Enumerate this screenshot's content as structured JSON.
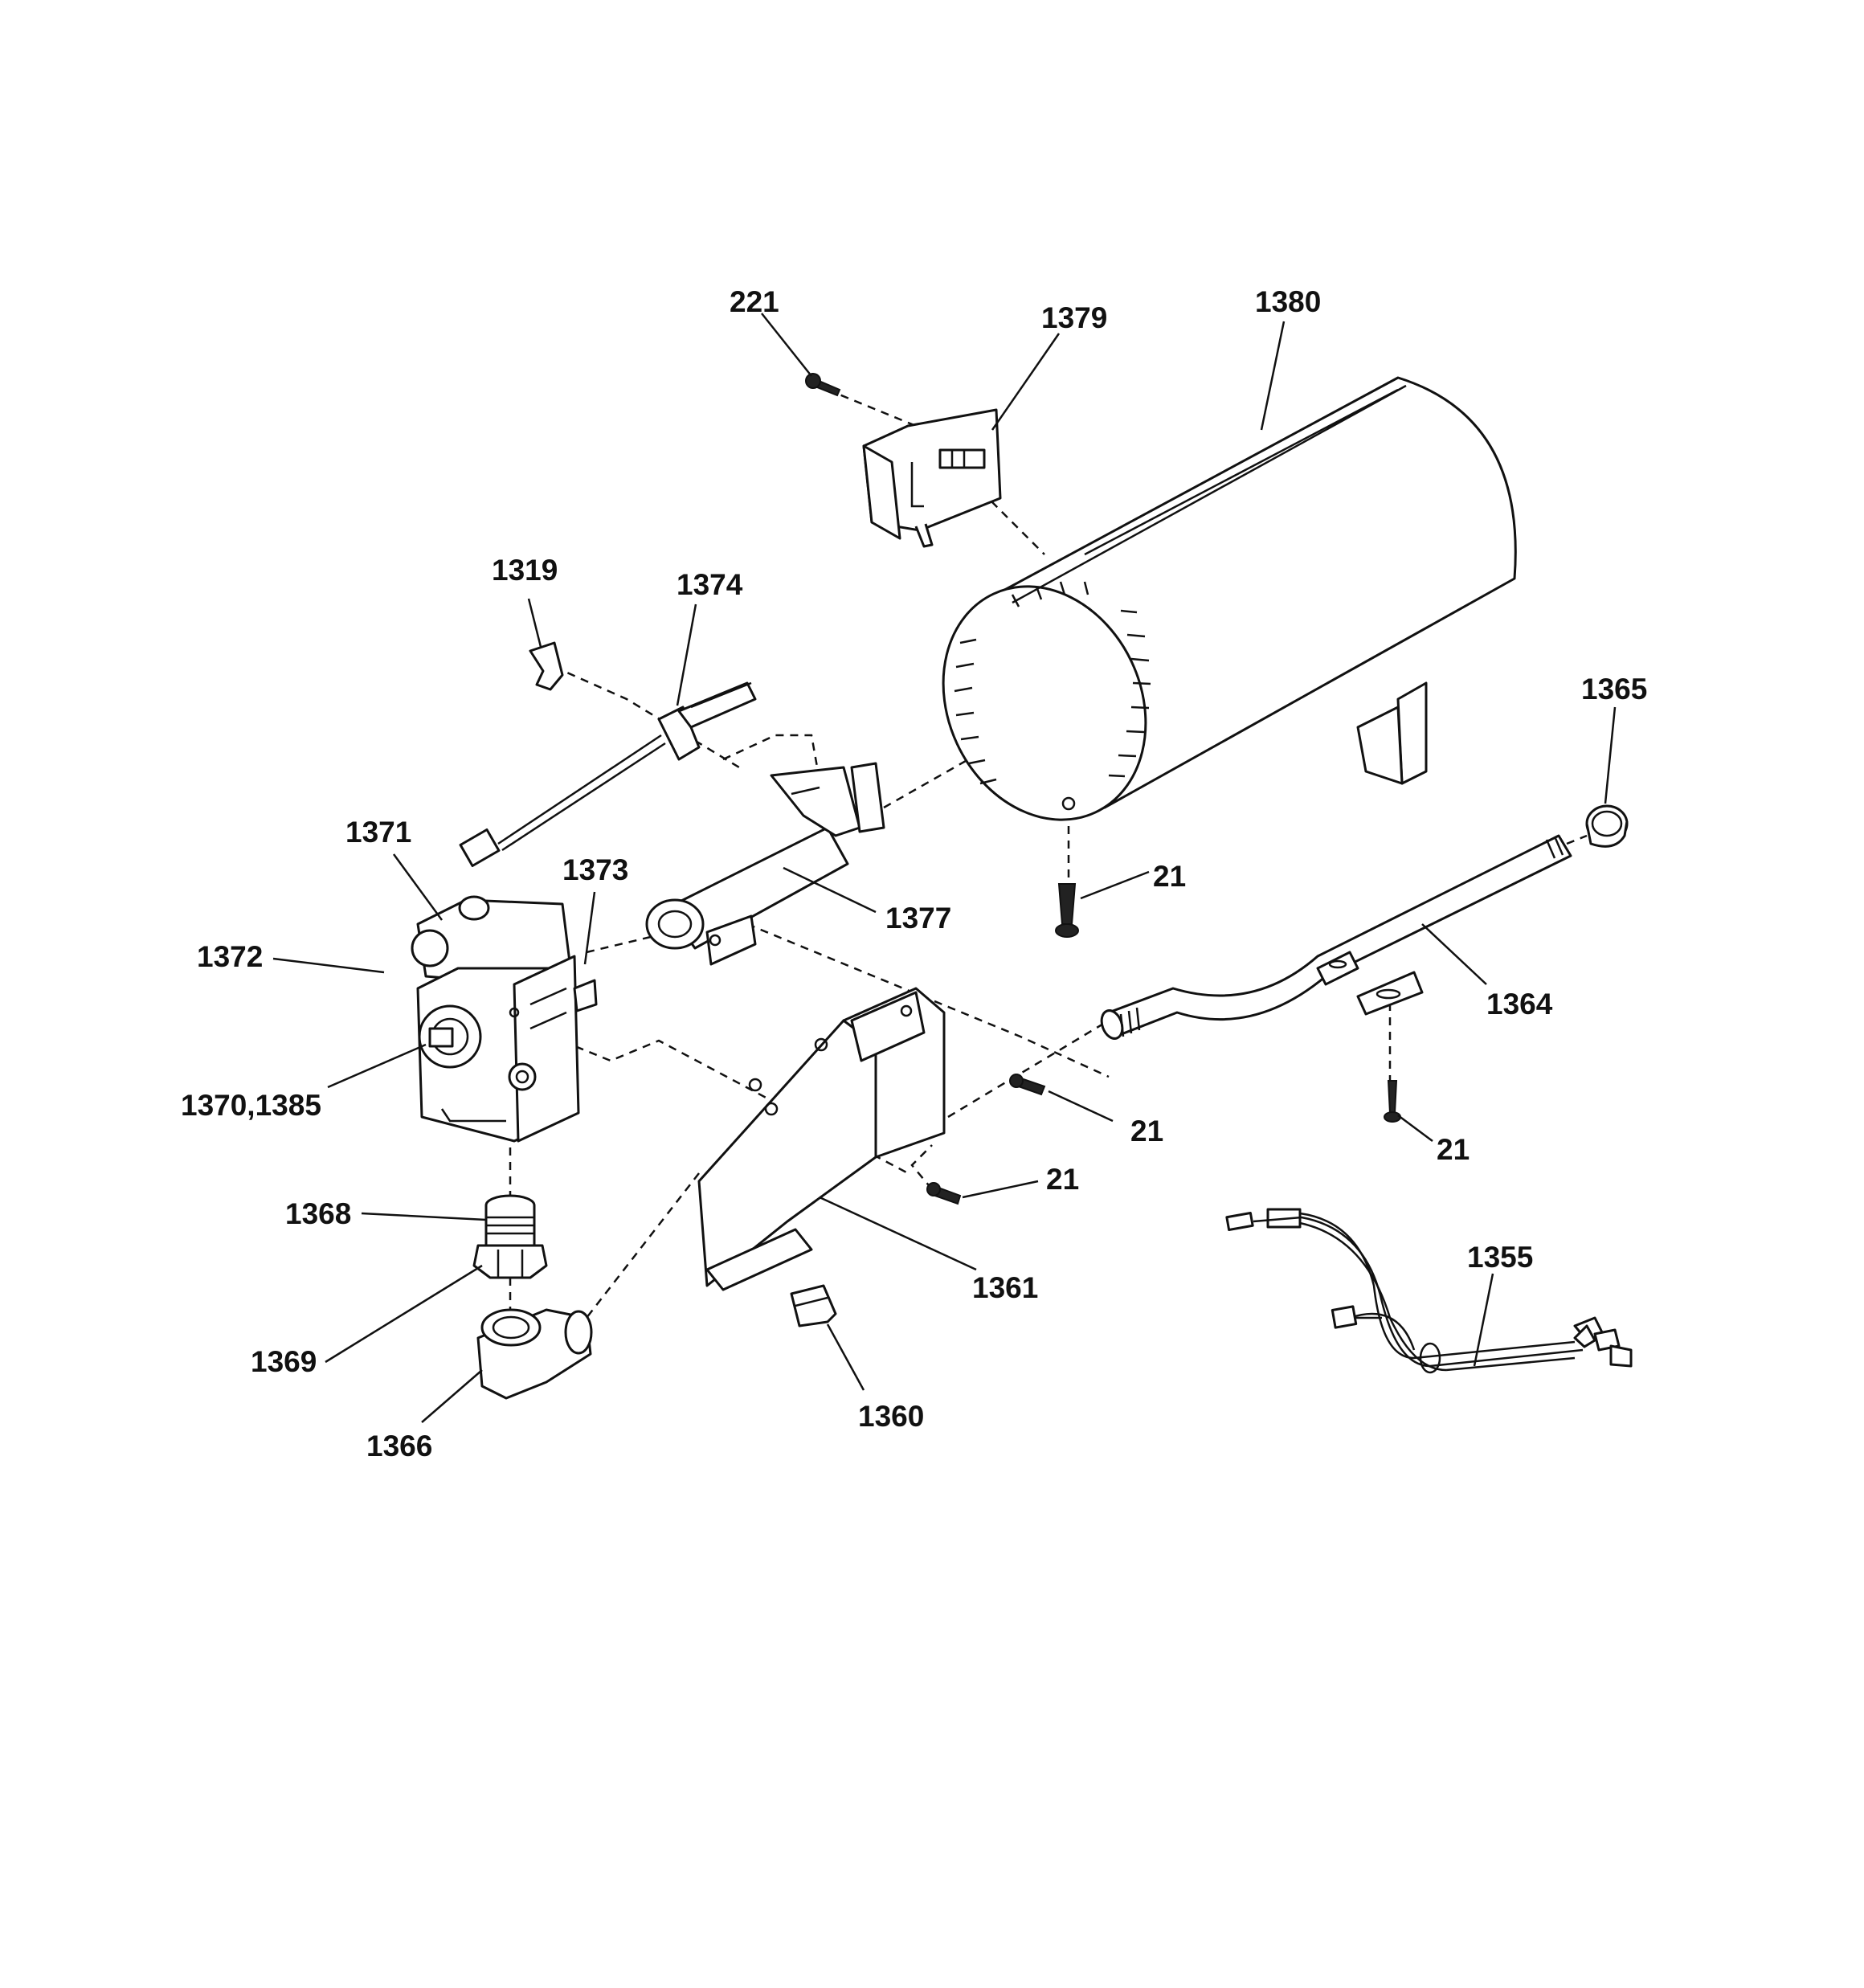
{
  "labels": {
    "p221": "221",
    "p1379": "1379",
    "p1380": "1380",
    "p1319": "1319",
    "p1374": "1374",
    "p1365": "1365",
    "p1371": "1371",
    "p1373": "1373",
    "p1372": "1372",
    "p1377": "1377",
    "p21_tube": "21",
    "p1364": "1364",
    "p1370_1385": "1370,1385",
    "p21_bracket": "21",
    "p21_pipe": "21",
    "p21_shield": "21",
    "p1368": "1368",
    "p1361": "1361",
    "p1355": "1355",
    "p1369": "1369",
    "p1360": "1360",
    "p1366": "1366"
  }
}
